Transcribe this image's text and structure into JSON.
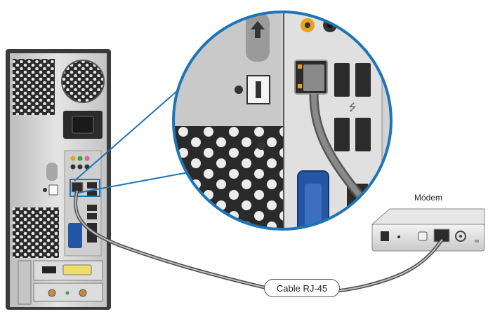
{
  "labels": {
    "modem": "Módem",
    "cable": "Cable RJ-45"
  },
  "colors": {
    "zoom_ring": "#1e74b5",
    "case_body": "#d9d9d9",
    "case_dark": "#2b2b2b",
    "vga_blue": "#2456a6",
    "cable": "#6e6e6e",
    "audio_orange": "#e8a21a",
    "audio_green": "#3aa04a",
    "audio_pink": "#d46a8c"
  },
  "icons": [
    "desktop-tower",
    "zoom-callout",
    "lan-port",
    "usb-port",
    "vga-port",
    "modem-device",
    "rj45-cable"
  ]
}
